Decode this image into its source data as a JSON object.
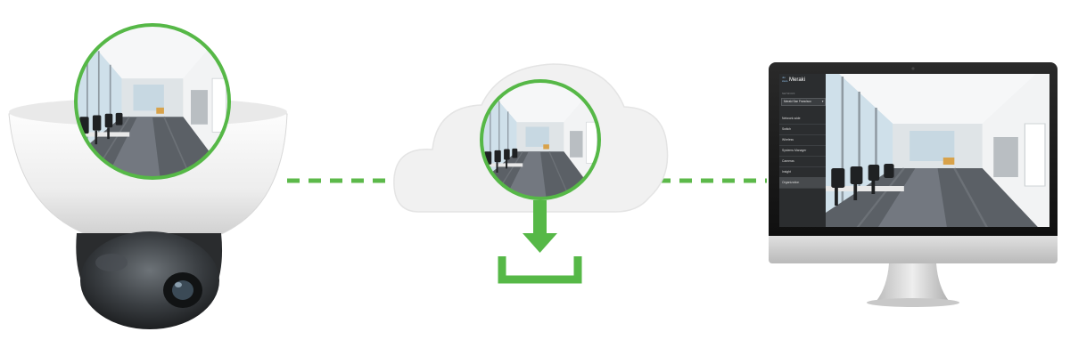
{
  "dashboard": {
    "brand_logo": "cisco",
    "brand_name": "Meraki",
    "network_label": "NETWORK",
    "network_selector": "Meraki San Francisco",
    "nav_items": [
      {
        "label": "Network-wide"
      },
      {
        "label": "Switch"
      },
      {
        "label": "Wireless"
      },
      {
        "label": "Systems Manager"
      },
      {
        "label": "Cameras"
      },
      {
        "label": "Insight"
      },
      {
        "label": "Organization",
        "active": true
      }
    ]
  },
  "icons": {
    "camera": "dome-camera-icon",
    "cloud": "cloud-icon",
    "download": "download-icon",
    "monitor": "desktop-monitor-icon"
  },
  "colors": {
    "accent_green": "#56b847",
    "connector_green": "#5cb94a",
    "cloud_fill": "#f1f1f1",
    "sidebar_bg": "#2b2d2f"
  }
}
